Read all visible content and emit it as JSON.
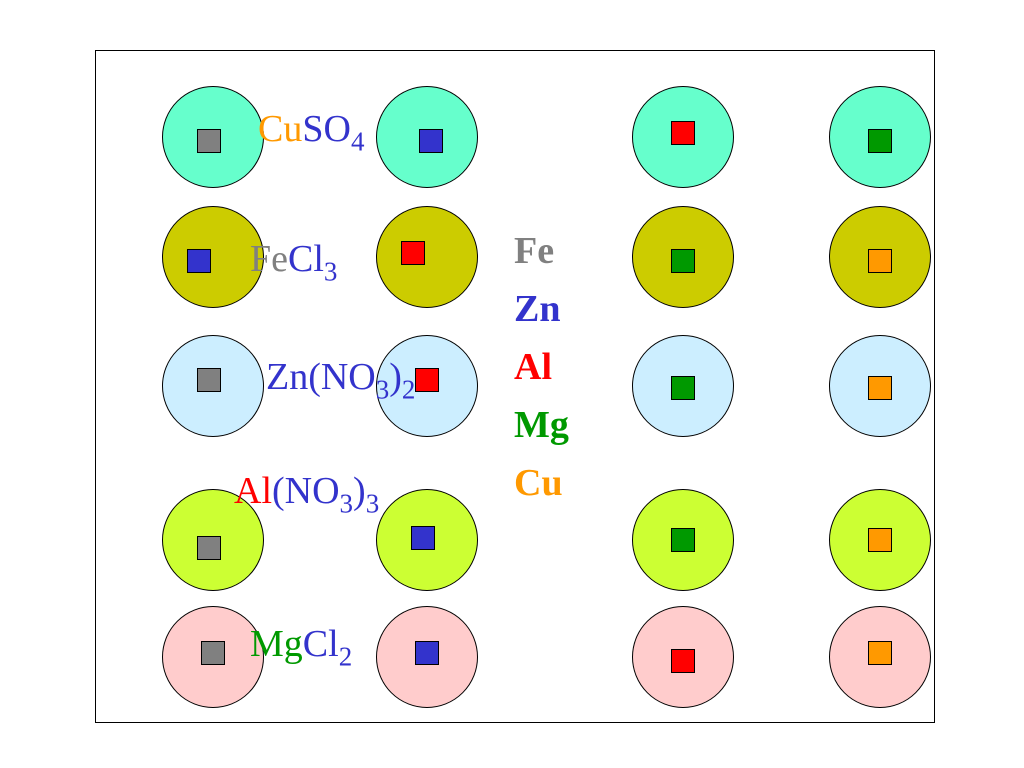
{
  "colors": {
    "row_solutions": [
      "#66ffcc",
      "#cccc00",
      "#cceeff",
      "#ccff33",
      "#ffcccc"
    ],
    "metals": {
      "Fe": "#808080",
      "Zn": "#3333cc",
      "Al": "#ff0000",
      "Mg": "#009900",
      "Cu": "#ff9900"
    }
  },
  "wells": [
    [
      "Fe",
      "Zn",
      "Al",
      "Mg"
    ],
    [
      "Zn",
      "Al",
      "Mg",
      "Cu"
    ],
    [
      "Fe",
      "Al",
      "Mg",
      "Cu"
    ],
    [
      "Fe",
      "Zn",
      "Mg",
      "Cu"
    ],
    [
      "Fe",
      "Zn",
      "Al",
      "Cu"
    ]
  ],
  "solutions": {
    "cuso4": {
      "cu": "Cu",
      "so": "SO",
      "sub": "4"
    },
    "fecl3": {
      "fe": "Fe",
      "cl": "Cl",
      "sub": "3"
    },
    "zn_no3_2": {
      "a": "Zn(NO",
      "sub1": "3",
      "b": ")",
      "sub2": "2"
    },
    "al_no3_3": {
      "al": "Al",
      "a": "(NO",
      "sub1": "3",
      "b": ")",
      "sub2": "3"
    },
    "mgcl2": {
      "mg": "Mg",
      "cl": "Cl",
      "sub": "2"
    }
  },
  "legend": [
    "Fe",
    "Zn",
    "Al",
    "Mg",
    "Cu"
  ]
}
